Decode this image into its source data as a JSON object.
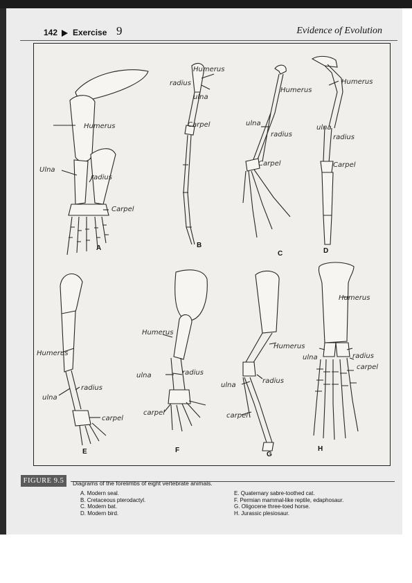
{
  "header": {
    "page_number": "142",
    "exercise_label": "Exercise",
    "exercise_number": "9",
    "section_title": "Evidence of Evolution"
  },
  "figure": {
    "panels": {
      "A": {
        "letter": "A",
        "labels": [
          "Humerus",
          "Ulna",
          "radius",
          "Carpel"
        ]
      },
      "B": {
        "letter": "B",
        "labels": [
          "Humerus",
          "radius",
          "ulna",
          "Carpel"
        ]
      },
      "C": {
        "letter": "C",
        "labels": [
          "Humerus",
          "ulna",
          "radius",
          "Carpel"
        ]
      },
      "D": {
        "letter": "D",
        "labels": [
          "Humerus",
          "ulna",
          "radius",
          "Carpel"
        ]
      },
      "E": {
        "letter": "E",
        "labels": [
          "Humerus",
          "ulna",
          "radius",
          "carpel"
        ]
      },
      "F": {
        "letter": "F",
        "labels": [
          "Humerus",
          "ulna",
          "radius",
          "carpel"
        ]
      },
      "G": {
        "letter": "G",
        "labels": [
          "Humerus",
          "ulna",
          "radius",
          "carpel"
        ]
      },
      "H": {
        "letter": "H",
        "labels": [
          "Humerus",
          "ulna",
          "radius",
          "carpel"
        ]
      }
    }
  },
  "caption": {
    "label": "FIGURE 9.5",
    "title": "Diagrams of the forelimbs of eight vertebrate animals.",
    "left_items": [
      "A.  Modern seal.",
      "B.  Cretaceous pterodactyl.",
      "C.  Modern bat.",
      "D.  Modern bird."
    ],
    "right_items": [
      "E.  Quaternary sabre-toothed cat.",
      "F.  Permian mammal-like reptile, edaphosaur.",
      "G.  Oligocene three-toed horse.",
      "H.  Jurassic plesiosaur."
    ]
  }
}
